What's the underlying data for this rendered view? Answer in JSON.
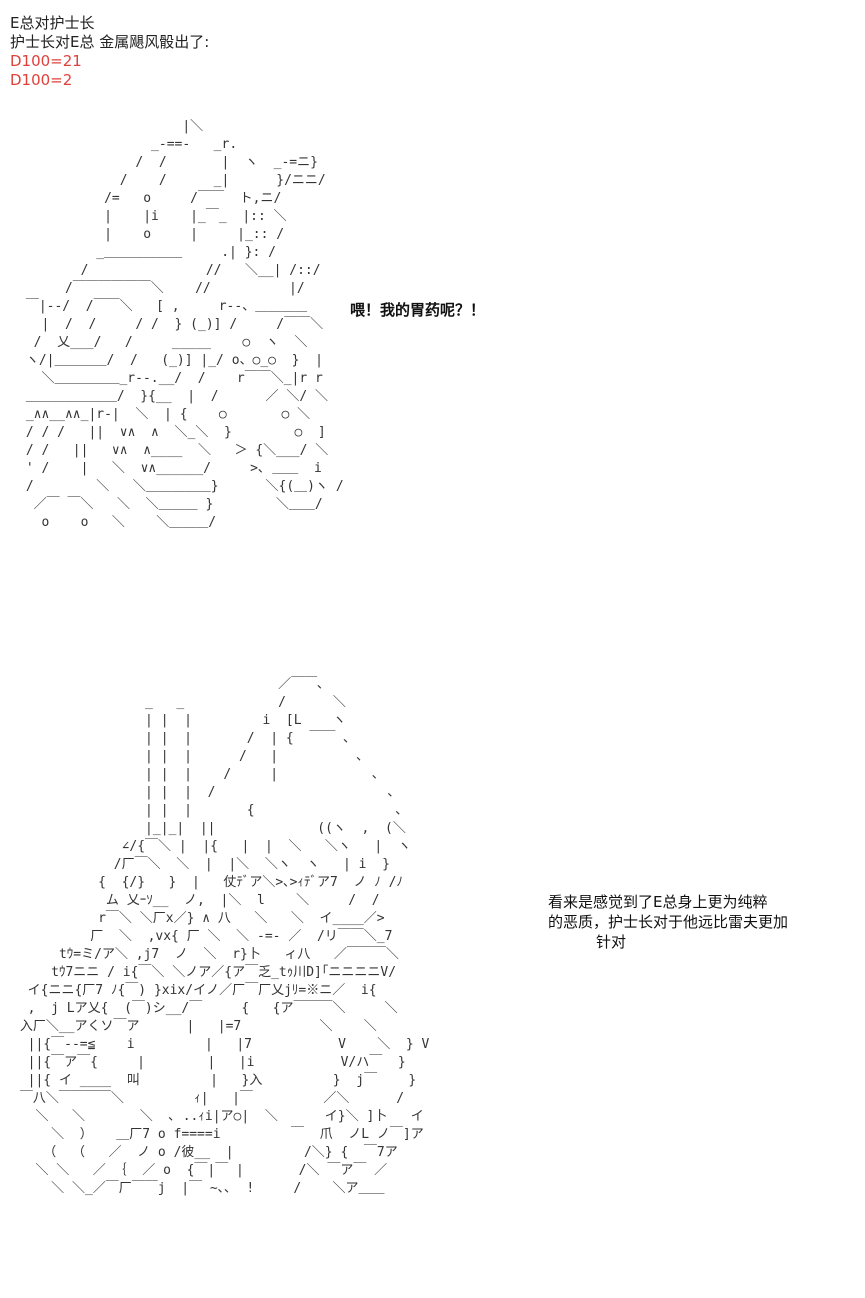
{
  "header": {
    "title": "E总对护士长",
    "action": "护士长对E总 金属飓风骰出了:",
    "roll_1": "D100=21",
    "roll_2": "D100=2"
  },
  "speech": {
    "text": "喂！我的胃药呢？！"
  },
  "narration": {
    "line_1": "看来是感觉到了E总身上更为纯粹",
    "line_2": "的恶质，护士长对于他远比雷夫更加",
    "line_3": "针对"
  },
  "colors": {
    "roll_text": "#e0403a",
    "body_text": "#222222",
    "line_art": "#333333"
  }
}
